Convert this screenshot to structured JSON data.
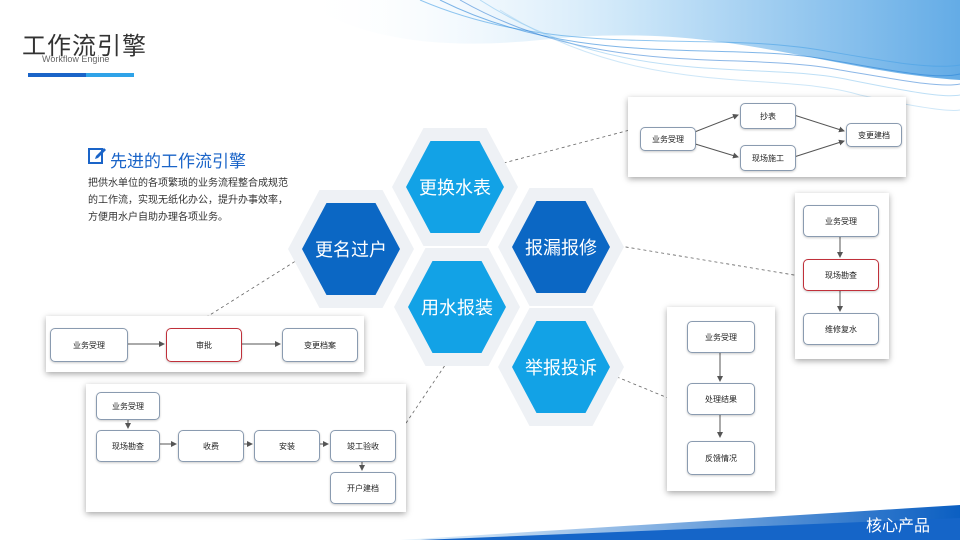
{
  "header": {
    "title": "工作流引擎",
    "subtitle": "Workflow Engine"
  },
  "section": {
    "title": "先进的工作流引擎",
    "icon": "edit-icon",
    "description": "把供水单位的各项繁琐的业务流程整合成规范的工作流，实现无纸化办公，提升办事效率，方便用水户自助办理各项业务。"
  },
  "hexagons": {
    "rename": "更名过户",
    "meter": "更换水表",
    "leak": "报漏报修",
    "install": "用水报装",
    "complaint": "举报投诉"
  },
  "flows": {
    "meter": {
      "n1": "业务受理",
      "n2": "抄表",
      "n3": "现场施工",
      "n4": "变更建档"
    },
    "leak": {
      "n1": "业务受理",
      "n2": "现场勘查",
      "n3": "维修复水"
    },
    "rename": {
      "n1": "业务受理",
      "n2": "审批",
      "n3": "变更档案"
    },
    "install": {
      "n1": "业务受理",
      "n2": "现场勘查",
      "n3": "收费",
      "n4": "安装",
      "n5": "竣工验收",
      "n6": "开户建档"
    },
    "complaint": {
      "n1": "业务受理",
      "n2": "处理结果",
      "n3": "反馈情况"
    }
  },
  "footer": {
    "label": "核心产品"
  },
  "colors": {
    "dark_blue": "#0b67c4",
    "light_blue": "#12a2e6",
    "accent_red": "#c0303a"
  }
}
